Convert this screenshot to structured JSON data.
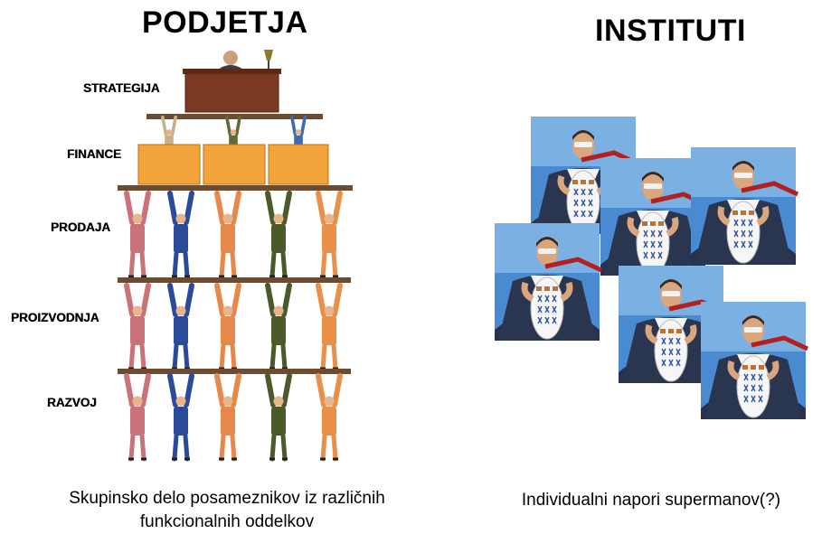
{
  "left": {
    "title": "PODJETJA",
    "levels": [
      "STRATEGIJA",
      "FINANCE",
      "PRODAJA",
      "PROIZVODNJA",
      "RAZVOJ"
    ],
    "caption_line1": "Skupinsko delo posameznikov iz različnih",
    "caption_line2": "funkcionalnih oddelkov"
  },
  "right": {
    "title": "INSTITUTI",
    "caption": "Individualni napori supermanov(?)"
  },
  "colors": {
    "desk_top": "#7a3a22",
    "finance_desk": "#f2a33a",
    "beam": "#6e4a2e",
    "sky": "#3d7fc4",
    "suit": "#2a3550"
  },
  "icons": {
    "executive": "executive-at-desk-icon",
    "workers": "people-holding-beam-icon",
    "superman": "superman-manager-icon"
  }
}
